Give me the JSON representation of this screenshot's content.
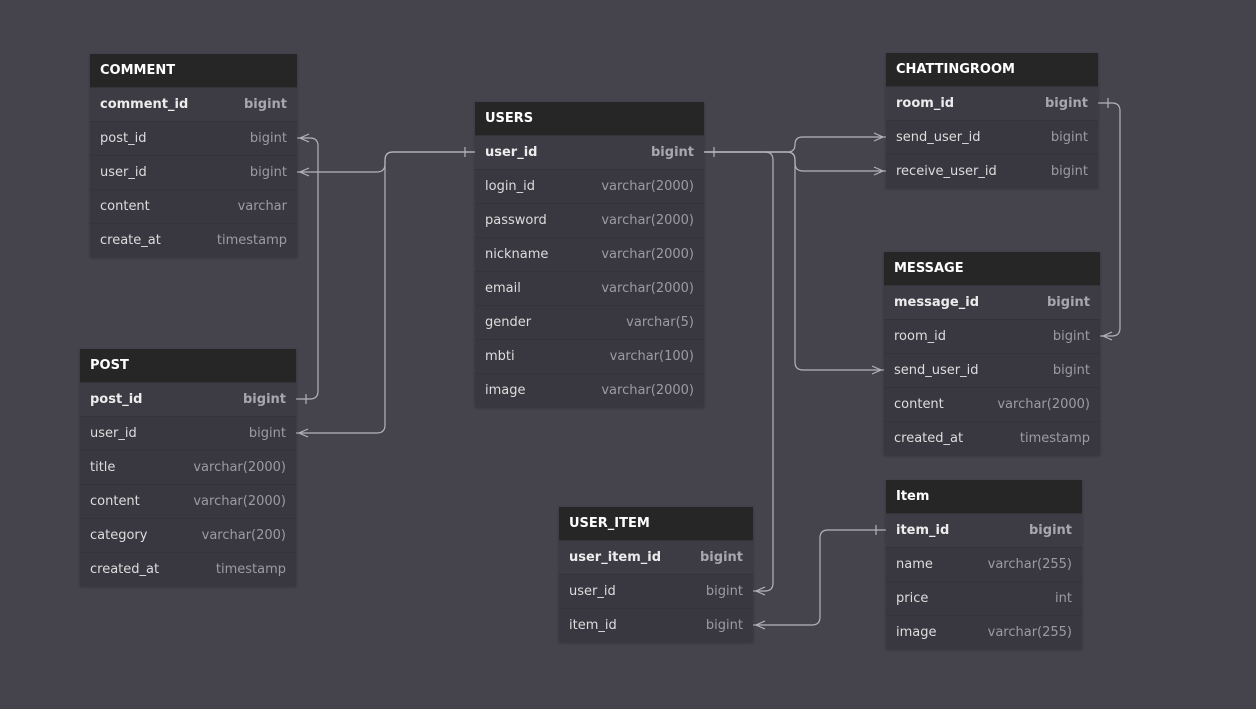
{
  "tables": [
    {
      "id": "comment",
      "title": "COMMENT",
      "columns": [
        {
          "name": "comment_id",
          "type": "bigint",
          "pk": true
        },
        {
          "name": "post_id",
          "type": "bigint"
        },
        {
          "name": "user_id",
          "type": "bigint"
        },
        {
          "name": "content",
          "type": "varchar"
        },
        {
          "name": "create_at",
          "type": "timestamp"
        }
      ]
    },
    {
      "id": "post",
      "title": "POST",
      "columns": [
        {
          "name": "post_id",
          "type": "bigint",
          "pk": true
        },
        {
          "name": "user_id",
          "type": "bigint"
        },
        {
          "name": "title",
          "type": "varchar(2000)"
        },
        {
          "name": "content",
          "type": "varchar(2000)"
        },
        {
          "name": "category",
          "type": "varchar(200)"
        },
        {
          "name": "created_at",
          "type": "timestamp"
        }
      ]
    },
    {
      "id": "users",
      "title": "USERS",
      "columns": [
        {
          "name": "user_id",
          "type": "bigint",
          "pk": true
        },
        {
          "name": "login_id",
          "type": "varchar(2000)"
        },
        {
          "name": "password",
          "type": "varchar(2000)"
        },
        {
          "name": "nickname",
          "type": "varchar(2000)"
        },
        {
          "name": "email",
          "type": "varchar(2000)"
        },
        {
          "name": "gender",
          "type": "varchar(5)"
        },
        {
          "name": "mbti",
          "type": "varchar(100)"
        },
        {
          "name": "image",
          "type": "varchar(2000)"
        }
      ]
    },
    {
      "id": "chattingroom",
      "title": "CHATTINGROOM",
      "columns": [
        {
          "name": "room_id",
          "type": "bigint",
          "pk": true
        },
        {
          "name": "send_user_id",
          "type": "bigint"
        },
        {
          "name": "receive_user_id",
          "type": "bigint"
        }
      ]
    },
    {
      "id": "message",
      "title": "MESSAGE",
      "columns": [
        {
          "name": "message_id",
          "type": "bigint",
          "pk": true
        },
        {
          "name": "room_id",
          "type": "bigint"
        },
        {
          "name": "send_user_id",
          "type": "bigint"
        },
        {
          "name": "content",
          "type": "varchar(2000)"
        },
        {
          "name": "created_at",
          "type": "timestamp"
        }
      ]
    },
    {
      "id": "user_item",
      "title": "USER_ITEM",
      "columns": [
        {
          "name": "user_item_id",
          "type": "bigint",
          "pk": true
        },
        {
          "name": "user_id",
          "type": "bigint"
        },
        {
          "name": "item_id",
          "type": "bigint"
        }
      ]
    },
    {
      "id": "item",
      "title": "Item",
      "columns": [
        {
          "name": "item_id",
          "type": "bigint",
          "pk": true
        },
        {
          "name": "name",
          "type": "varchar(255)"
        },
        {
          "name": "price",
          "type": "int"
        },
        {
          "name": "image",
          "type": "varchar(255)"
        }
      ]
    }
  ],
  "relationships": [
    {
      "from": "comment.post_id",
      "to": "post.post_id",
      "cardinality": "many-to-one"
    },
    {
      "from": "comment.user_id",
      "to": "users.user_id",
      "cardinality": "many-to-one"
    },
    {
      "from": "post.user_id",
      "to": "users.user_id",
      "cardinality": "many-to-one"
    },
    {
      "from": "chattingroom.send_user_id",
      "to": "users.user_id",
      "cardinality": "many-to-one"
    },
    {
      "from": "chattingroom.receive_user_id",
      "to": "users.user_id",
      "cardinality": "many-to-one"
    },
    {
      "from": "message.send_user_id",
      "to": "users.user_id",
      "cardinality": "many-to-one"
    },
    {
      "from": "message.room_id",
      "to": "chattingroom.room_id",
      "cardinality": "many-to-one"
    },
    {
      "from": "user_item.user_id",
      "to": "users.user_id",
      "cardinality": "many-to-one"
    },
    {
      "from": "user_item.item_id",
      "to": "item.item_id",
      "cardinality": "many-to-one"
    }
  ],
  "colors": {
    "canvas": "#45444d",
    "header": "#262626",
    "body": "#393840",
    "connector": "#b4b3b8"
  }
}
